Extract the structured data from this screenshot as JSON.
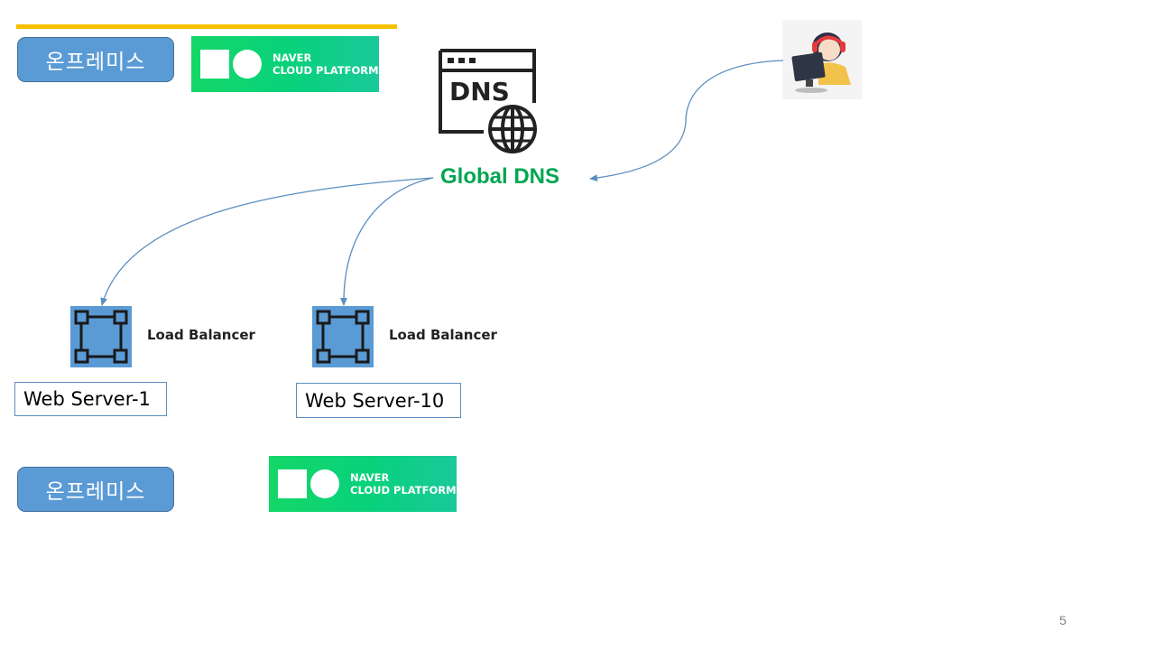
{
  "onprem": {
    "top_label": "온프레미스",
    "bottom_label": "온프레미스"
  },
  "cloud_logo": {
    "line1": "NAVER",
    "line2": "CLOUD PLATFORM"
  },
  "dns": {
    "icon_text": "DNS",
    "label": "Global DNS"
  },
  "load_balancers": [
    {
      "label": "Load Balancer",
      "server": "Web Server-1"
    },
    {
      "label": "Load Balancer",
      "server": "Web Server-10"
    }
  ],
  "page_number": "5",
  "colors": {
    "accent_bar": "#f5c000",
    "onprem_fill": "#5b9bd5",
    "global_dns_text": "#00a651",
    "load_balancer_fill": "#5b9bd5",
    "arrow": "#5b8fbf"
  }
}
